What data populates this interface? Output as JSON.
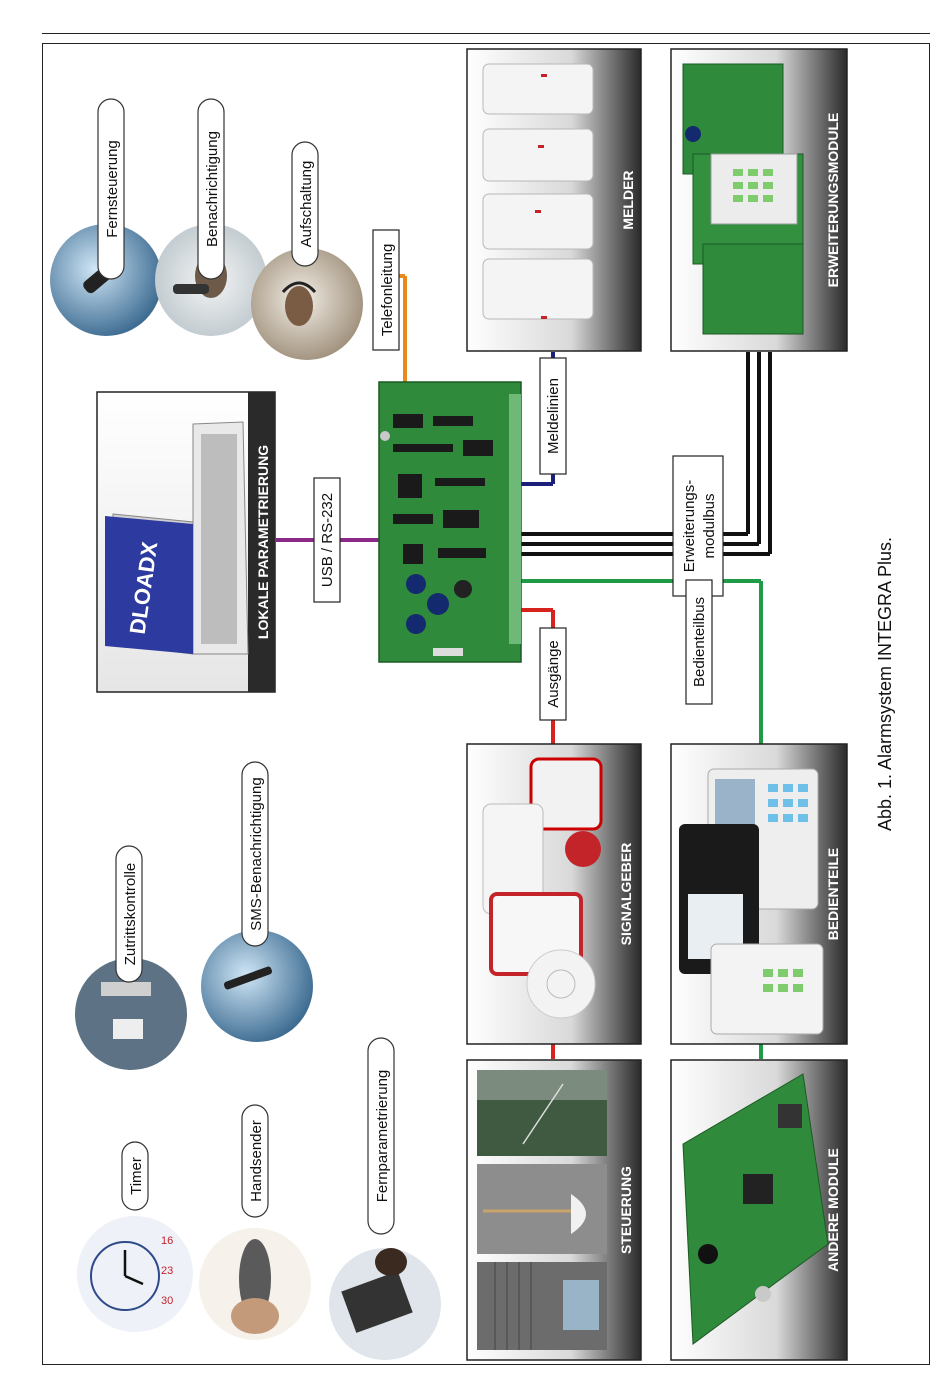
{
  "caption": "Abb. 1. Alarmsystem INTEGRA Plus.",
  "colors": {
    "telefon_line": "#e8891e",
    "usb_line": "#8a2a86",
    "meldelinien_line": "#1b1f7a",
    "bus_line": "#111111",
    "bedienteilbus_line": "#1f9a46",
    "ausgaenge_line": "#d6231e",
    "board": "#2f8a3c"
  },
  "features_top": [
    {
      "label": "Fernsteuerung",
      "icon": "hand-remote-icon"
    },
    {
      "label": "Benachrichtigung",
      "icon": "phone-call-icon"
    },
    {
      "label": "Aufschaltung",
      "icon": "headset-operator-icon"
    }
  ],
  "features_bottom": [
    {
      "label": "Zutrittskontrolle",
      "icon": "card-reader-icon"
    },
    {
      "label": "SMS-Benachrichtigung",
      "icon": "mobile-phone-icon"
    },
    {
      "label": "Timer",
      "icon": "clock-calendar-icon"
    },
    {
      "label": "Handsender",
      "icon": "keyfob-icon"
    },
    {
      "label": "Fernparametrierung",
      "icon": "laptop-user-icon"
    }
  ],
  "panels": {
    "lokale": "LOKALE PARAMETRIERUNG",
    "dloadx": "DLOADX",
    "melder": "MELDER",
    "erweiterungsmodule": "ERWEITERUNGSMODULE",
    "signalgeber": "SIGNALGEBER",
    "bedienteile": "BEDIENTEILE",
    "steuerung": "STEUERUNG",
    "andere_module": "ANDERE MODULE"
  },
  "connections": {
    "telefonleitung": "Telefonleitung",
    "usb": "USB / RS-232",
    "meldelinien": "Meldelinien",
    "erweiterungsmodulbus_1": "Erweiterungs-",
    "erweiterungsmodulbus_2": "modulbus",
    "bedienteilbus": "Bedienteilbus",
    "ausgaenge": "Ausgänge"
  }
}
